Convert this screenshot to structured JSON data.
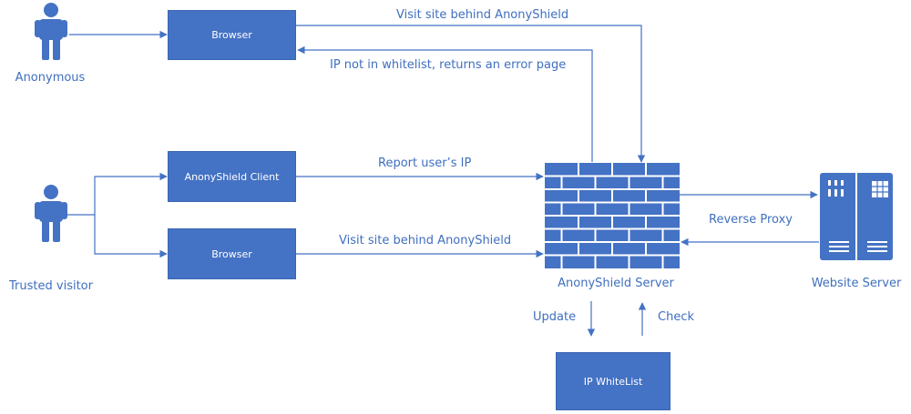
{
  "actors": {
    "anonymous": "Anonymous",
    "trusted": "Trusted visitor"
  },
  "boxes": {
    "browser_top": "Browser",
    "client": "AnonyShield Client",
    "browser_bottom": "Browser",
    "whitelist": "IP WhiteList"
  },
  "nodes": {
    "server": "AnonyShield Server",
    "website": "Website Server"
  },
  "edges": {
    "visit_top": "Visit site behind AnonyShield",
    "error": "IP not in whitelist, returns an error page",
    "report": "Report user’s IP",
    "visit_bottom": "Visit site behind AnonyShield",
    "reverse_proxy": "Reverse Proxy",
    "update": "Update",
    "check": "Check"
  },
  "colors": {
    "primary": "#4472c4",
    "label": "#3f6fbf"
  }
}
